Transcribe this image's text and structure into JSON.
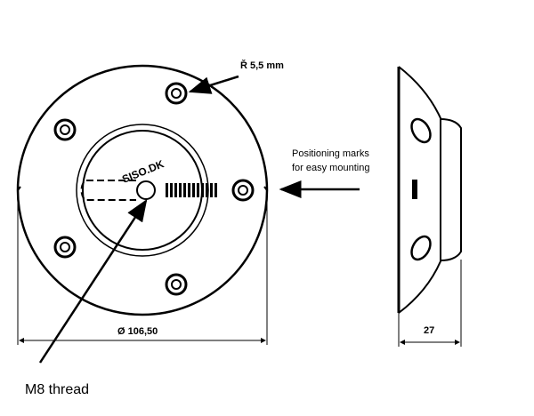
{
  "labels": {
    "hole_radius": "Ř 5,5 mm",
    "positioning_line1": "Positioning marks",
    "positioning_line2": "for easy mounting",
    "diameter": "Ø 106,50",
    "depth": "27",
    "thread": "M8 thread",
    "brand": "SISO.DK"
  }
}
